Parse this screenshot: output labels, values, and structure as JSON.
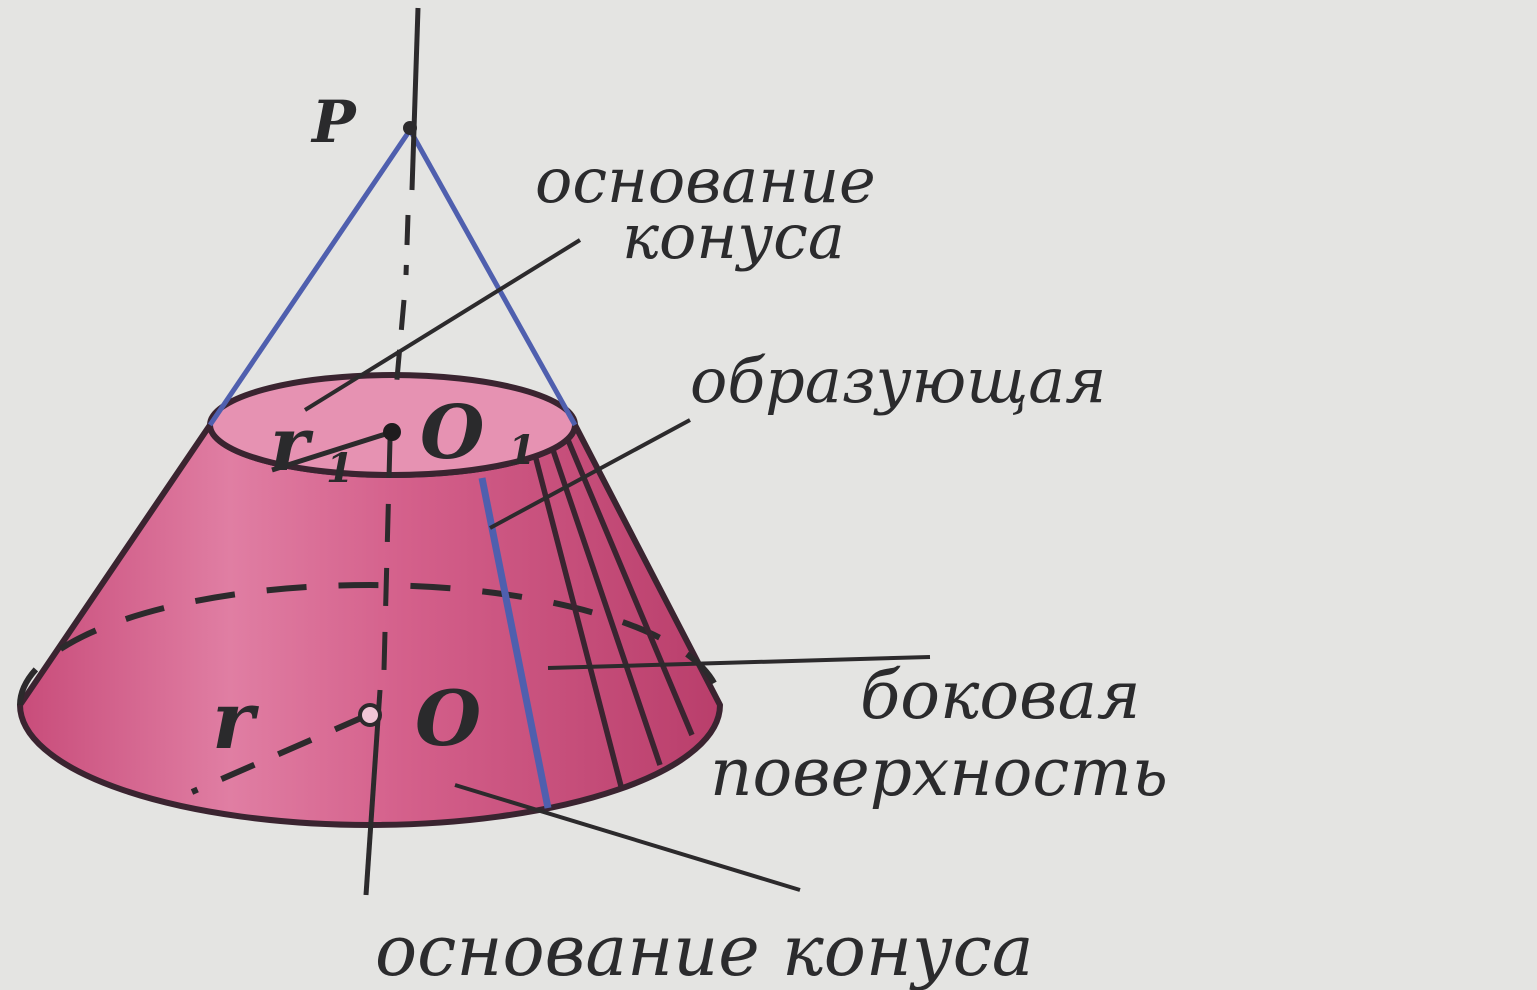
{
  "points": {
    "apex": "P",
    "top_center": "O",
    "top_center_sub": "1",
    "bottom_center": "O",
    "top_radius": "r",
    "top_radius_sub": "1",
    "bottom_radius": "r"
  },
  "labels": {
    "top_base_line1": "основание",
    "top_base_line2": "конуса",
    "generatrix": "образующая",
    "lateral_line1": "боковая",
    "lateral_line2": "поверхность",
    "bottom_base": "основание конуса"
  },
  "colors": {
    "background": "#e4e4e2",
    "frustum_fill": "#d6638c",
    "top_face_fill": "#e692b2",
    "outline": "#3a2430",
    "blue_lines": "#4f5fae",
    "text": "#2b2b2d"
  }
}
